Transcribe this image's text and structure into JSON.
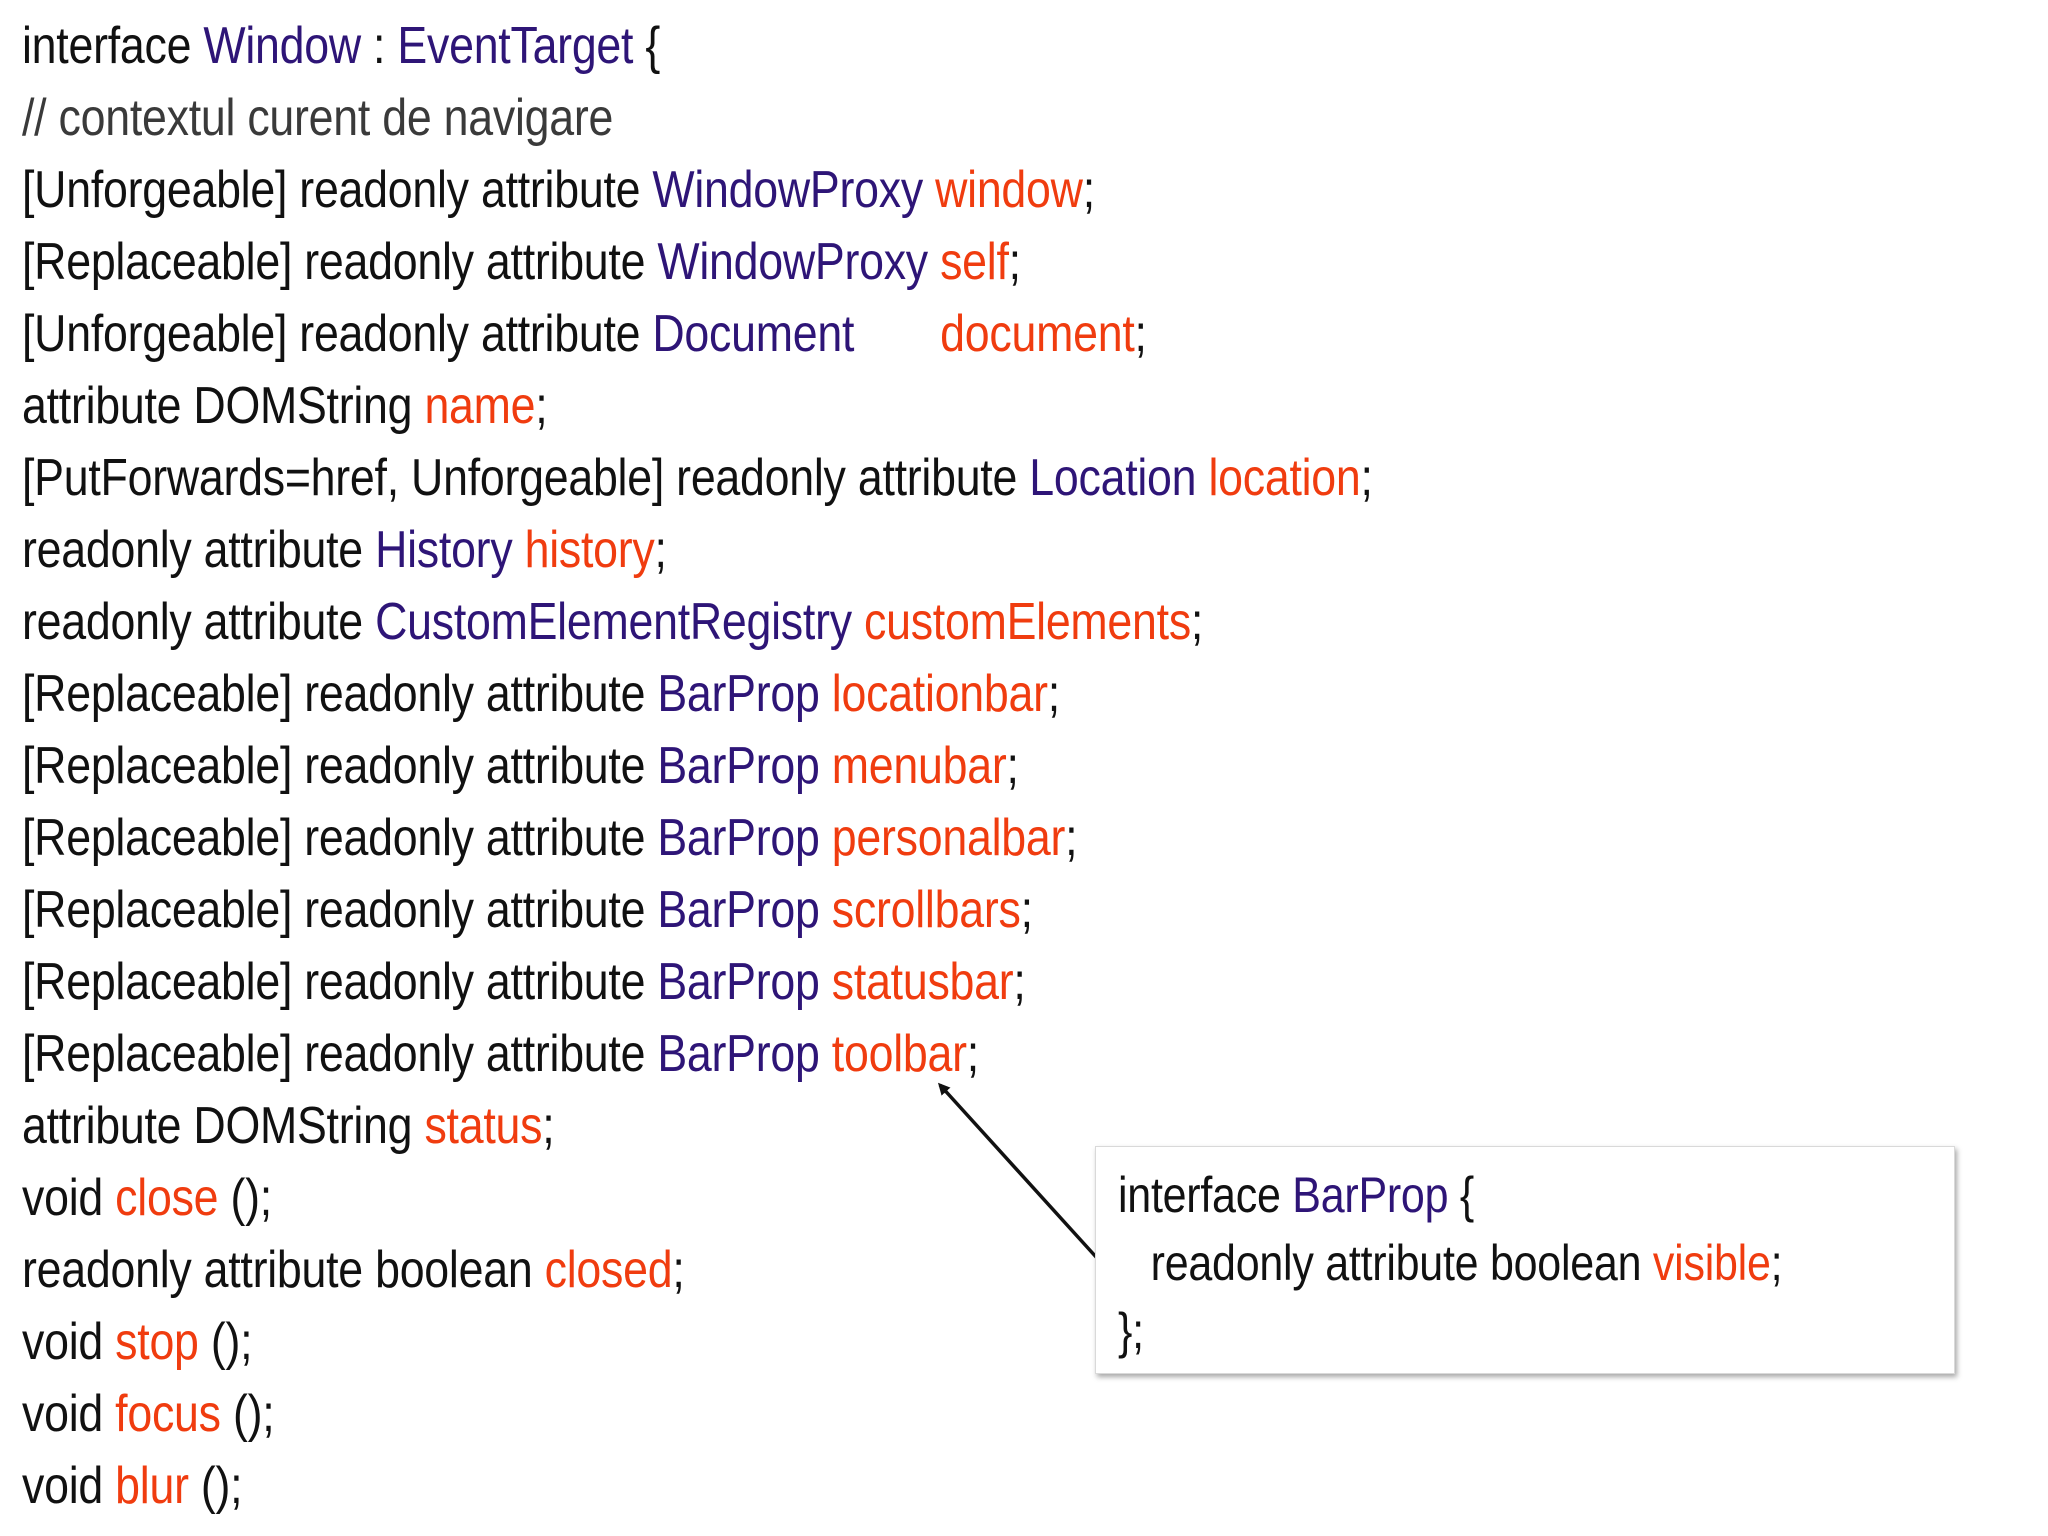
{
  "colors": {
    "plain": "#111111",
    "type": "#2e1577",
    "member": "#f03c0f",
    "comment": "#3a3a3a",
    "background": "#ffffff"
  },
  "code_lines": [
    [
      {
        "t": "interface ",
        "k": "plain"
      },
      {
        "t": "Window",
        "k": "type"
      },
      {
        "t": " : ",
        "k": "plain"
      },
      {
        "t": "EventTarget",
        "k": "type"
      },
      {
        "t": " {",
        "k": "plain"
      }
    ],
    [
      {
        "t": "// contextul curent de navigare",
        "k": "comment"
      }
    ],
    [
      {
        "t": "[Unforgeable] readonly attribute ",
        "k": "plain"
      },
      {
        "t": "WindowProxy",
        "k": "type"
      },
      {
        "t": " ",
        "k": "plain"
      },
      {
        "t": "window",
        "k": "member"
      },
      {
        "t": ";",
        "k": "plain"
      }
    ],
    [
      {
        "t": "[Replaceable] readonly attribute ",
        "k": "plain"
      },
      {
        "t": "WindowProxy",
        "k": "type"
      },
      {
        "t": " ",
        "k": "plain"
      },
      {
        "t": "self",
        "k": "member"
      },
      {
        "t": ";",
        "k": "plain"
      }
    ],
    [
      {
        "t": "[Unforgeable] readonly attribute ",
        "k": "plain"
      },
      {
        "t": "Document",
        "k": "type"
      },
      {
        "t": "",
        "k": "gap"
      },
      {
        "t": "document",
        "k": "member"
      },
      {
        "t": ";",
        "k": "plain"
      }
    ],
    [
      {
        "t": "attribute DOMString ",
        "k": "plain"
      },
      {
        "t": "name",
        "k": "member"
      },
      {
        "t": ";",
        "k": "plain"
      }
    ],
    [
      {
        "t": "[PutForwards=href, Unforgeable] readonly attribute ",
        "k": "plain"
      },
      {
        "t": "Location",
        "k": "type"
      },
      {
        "t": " ",
        "k": "plain"
      },
      {
        "t": "location",
        "k": "member"
      },
      {
        "t": ";",
        "k": "plain"
      }
    ],
    [
      {
        "t": "readonly attribute ",
        "k": "plain"
      },
      {
        "t": "History",
        "k": "type"
      },
      {
        "t": " ",
        "k": "plain"
      },
      {
        "t": "history",
        "k": "member"
      },
      {
        "t": ";",
        "k": "plain"
      }
    ],
    [
      {
        "t": "readonly attribute ",
        "k": "plain"
      },
      {
        "t": "CustomElementRegistry",
        "k": "type"
      },
      {
        "t": " ",
        "k": "plain"
      },
      {
        "t": "customElements",
        "k": "member"
      },
      {
        "t": ";",
        "k": "plain"
      }
    ],
    [
      {
        "t": "[Replaceable] readonly attribute ",
        "k": "plain"
      },
      {
        "t": "BarProp",
        "k": "type"
      },
      {
        "t": " ",
        "k": "plain"
      },
      {
        "t": "locationbar",
        "k": "member"
      },
      {
        "t": ";",
        "k": "plain"
      }
    ],
    [
      {
        "t": "[Replaceable] readonly attribute ",
        "k": "plain"
      },
      {
        "t": "BarProp",
        "k": "type"
      },
      {
        "t": " ",
        "k": "plain"
      },
      {
        "t": "menubar",
        "k": "member"
      },
      {
        "t": ";",
        "k": "plain"
      }
    ],
    [
      {
        "t": "[Replaceable] readonly attribute ",
        "k": "plain"
      },
      {
        "t": "BarProp",
        "k": "type"
      },
      {
        "t": " ",
        "k": "plain"
      },
      {
        "t": "personalbar",
        "k": "member"
      },
      {
        "t": ";",
        "k": "plain"
      }
    ],
    [
      {
        "t": "[Replaceable] readonly attribute ",
        "k": "plain"
      },
      {
        "t": "BarProp",
        "k": "type"
      },
      {
        "t": " ",
        "k": "plain"
      },
      {
        "t": "scrollbars",
        "k": "member"
      },
      {
        "t": ";",
        "k": "plain"
      }
    ],
    [
      {
        "t": "[Replaceable] readonly attribute ",
        "k": "plain"
      },
      {
        "t": "BarProp",
        "k": "type"
      },
      {
        "t": " ",
        "k": "plain"
      },
      {
        "t": "statusbar",
        "k": "member"
      },
      {
        "t": ";",
        "k": "plain"
      }
    ],
    [
      {
        "t": "[Replaceable] readonly attribute ",
        "k": "plain"
      },
      {
        "t": "BarProp",
        "k": "type"
      },
      {
        "t": " ",
        "k": "plain"
      },
      {
        "t": "toolbar",
        "k": "member"
      },
      {
        "t": ";",
        "k": "plain"
      }
    ],
    [
      {
        "t": "attribute DOMString ",
        "k": "plain"
      },
      {
        "t": "status",
        "k": "member"
      },
      {
        "t": ";",
        "k": "plain"
      }
    ],
    [
      {
        "t": "void ",
        "k": "plain"
      },
      {
        "t": "close",
        "k": "member"
      },
      {
        "t": " ();",
        "k": "plain"
      }
    ],
    [
      {
        "t": "readonly attribute boolean ",
        "k": "plain"
      },
      {
        "t": "closed",
        "k": "member"
      },
      {
        "t": ";",
        "k": "plain"
      }
    ],
    [
      {
        "t": "void ",
        "k": "plain"
      },
      {
        "t": "stop",
        "k": "member"
      },
      {
        "t": " ();",
        "k": "plain"
      }
    ],
    [
      {
        "t": "void ",
        "k": "plain"
      },
      {
        "t": "focus",
        "k": "member"
      },
      {
        "t": " ();",
        "k": "plain"
      }
    ],
    [
      {
        "t": "void ",
        "k": "plain"
      },
      {
        "t": "blur",
        "k": "member"
      },
      {
        "t": " ();",
        "k": "plain"
      }
    ]
  ],
  "barprop_box": {
    "lines": [
      [
        {
          "t": "interface ",
          "k": "plain"
        },
        {
          "t": "BarProp",
          "k": "type"
        },
        {
          "t": " {",
          "k": "plain"
        }
      ],
      [
        {
          "t": "",
          "k": "indent"
        },
        {
          "t": "readonly attribute boolean ",
          "k": "plain"
        },
        {
          "t": "visible",
          "k": "member"
        },
        {
          "t": ";",
          "k": "plain"
        }
      ],
      [
        {
          "t": "};",
          "k": "plain"
        }
      ]
    ]
  }
}
